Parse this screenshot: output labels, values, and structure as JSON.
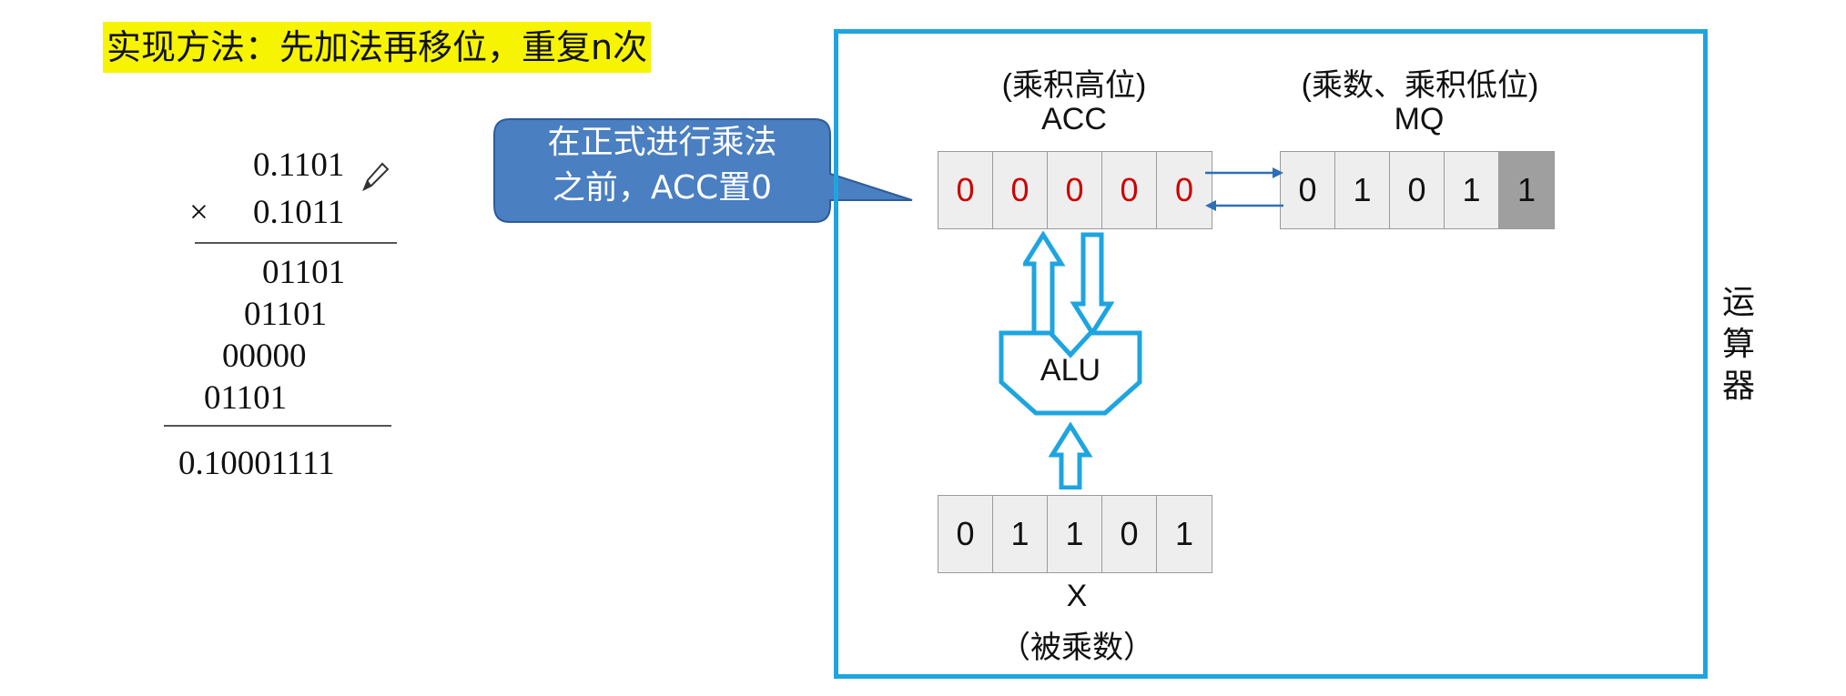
{
  "title": "实现方法：先加法再移位，重复n次",
  "calc": {
    "multiplicand": "0.1101",
    "times_sign": "×",
    "multiplier": "0.1011",
    "partials": [
      "01101",
      "01101",
      "00000",
      "01101"
    ],
    "result": "0.10001111"
  },
  "callout": {
    "line1": "在正式进行乘法",
    "line2": "之前，ACC置0",
    "color": "#4a7fc1"
  },
  "acc": {
    "label_top": "(乘积高位)",
    "label": "ACC",
    "bits": [
      "0",
      "0",
      "0",
      "0",
      "0"
    ],
    "bit_color": "#cc0000"
  },
  "mq": {
    "label_top": "(乘数、乘积低位)",
    "label": "MQ",
    "bits": [
      "0",
      "1",
      "0",
      "1",
      "1"
    ]
  },
  "alu": {
    "label": "ALU"
  },
  "x": {
    "bits": [
      "0",
      "1",
      "1",
      "0",
      "1"
    ],
    "label": "X",
    "label_sub": "（被乘数）"
  },
  "side_label": [
    "运",
    "算",
    "器"
  ],
  "accent_color": "#1ea5df"
}
